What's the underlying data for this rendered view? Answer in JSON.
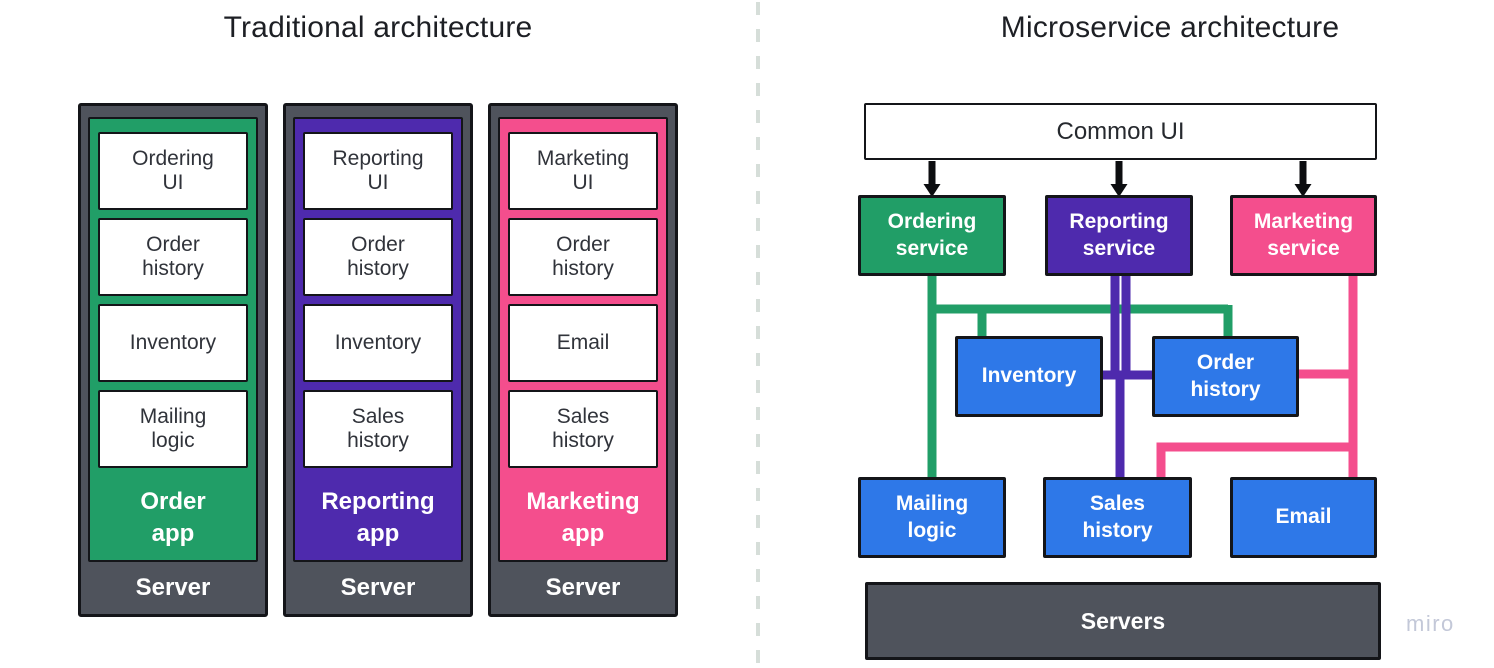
{
  "titles": {
    "left": "Traditional architecture",
    "right": "Microservice architecture"
  },
  "watermark": "miro",
  "colors": {
    "green": "#219E67",
    "purple": "#4E2AAD",
    "pink": "#F44E8D",
    "blue": "#2E78E8",
    "server_gray": "#4F535C",
    "outline": "#141519",
    "divider": "#D6DED9",
    "watermark": "#C3C8D8"
  },
  "traditional": {
    "columns": [
      {
        "app_label": "Order\napp",
        "server_label": "Server",
        "color": "#219E67",
        "modules": [
          "Ordering\nUI",
          "Order\nhistory",
          "Inventory",
          "Mailing\nlogic"
        ]
      },
      {
        "app_label": "Reporting\napp",
        "server_label": "Server",
        "color": "#4E2AAD",
        "modules": [
          "Reporting\nUI",
          "Order\nhistory",
          "Inventory",
          "Sales\nhistory"
        ]
      },
      {
        "app_label": "Marketing\napp",
        "server_label": "Server",
        "color": "#F44E8D",
        "modules": [
          "Marketing\nUI",
          "Order\nhistory",
          "Email",
          "Sales\nhistory"
        ]
      }
    ]
  },
  "microservice": {
    "common_ui": "Common UI",
    "services": [
      {
        "label": "Ordering\nservice",
        "color": "#219E67"
      },
      {
        "label": "Reporting\nservice",
        "color": "#4E2AAD"
      },
      {
        "label": "Marketing\nservice",
        "color": "#F44E8D"
      }
    ],
    "components": {
      "inventory": "Inventory",
      "order_history": "Order\nhistory",
      "mailing_logic": "Mailing\nlogic",
      "sales_history": "Sales\nhistory",
      "email": "Email"
    },
    "servers_label": "Servers",
    "connections": [
      {
        "from": "Common UI",
        "to": "Ordering service",
        "type": "arrow"
      },
      {
        "from": "Common UI",
        "to": "Reporting service",
        "type": "arrow"
      },
      {
        "from": "Common UI",
        "to": "Marketing service",
        "type": "arrow"
      },
      {
        "from": "Ordering service",
        "to": [
          "Inventory",
          "Order history",
          "Mailing logic"
        ],
        "color": "#219E67"
      },
      {
        "from": "Reporting service",
        "to": [
          "Inventory",
          "Order history",
          "Sales history"
        ],
        "color": "#4E2AAD"
      },
      {
        "from": "Marketing service",
        "to": [
          "Order history",
          "Sales history",
          "Email"
        ],
        "color": "#F44E8D"
      }
    ]
  }
}
